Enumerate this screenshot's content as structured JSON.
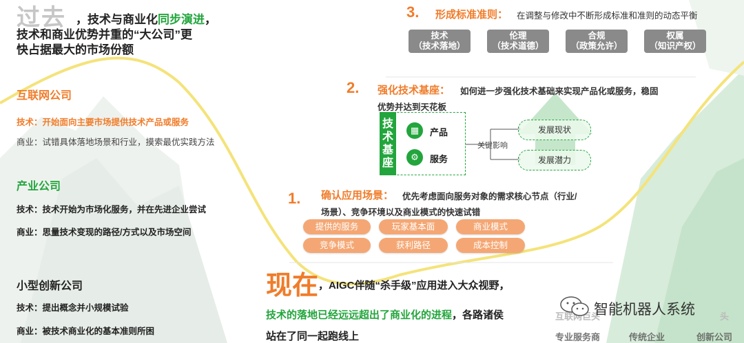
{
  "past": {
    "title": "过去",
    "desc_pre": "，技术与商业化",
    "desc_green": "同步演进",
    "desc_post": "，",
    "desc_line2": "技术和商业优势并重的“大公司”更",
    "desc_line3": "快占据最大的市场份额"
  },
  "categories": [
    {
      "name": "互联网公司",
      "tech": "技术：开始面向主要市场提供技术产品或服务",
      "biz": "商业：试错具体落地场景和行业，摸索最优实践方法"
    },
    {
      "name": "产业公司",
      "tech": "技术：技术开始为市场化服务，并在先进企业尝试",
      "biz": "商业：思量技术变现的路径/方式以及市场空间"
    },
    {
      "name": "小型创新公司",
      "tech": "技术：提出概念并小规模试验",
      "biz": "商业：被技术商业化的基本准则所困"
    }
  ],
  "step3": {
    "num": "3.",
    "title": "形成标准准则：",
    "desc": "在调整与修改中不断形成标准和准则的动态平衡",
    "boxes": [
      {
        "l1": "技术",
        "l2": "（技术落地）"
      },
      {
        "l1": "伦理",
        "l2": "（技术道德）"
      },
      {
        "l1": "合规",
        "l2": "（政策允许）"
      },
      {
        "l1": "权属",
        "l2": "（知识产权）"
      }
    ]
  },
  "step2": {
    "num": "2.",
    "title": "强化技术基座：",
    "desc1": "如何进一步强化技术基础来实现产品化或服务，稳固",
    "desc2": "优势并达到天花板",
    "base_label": "技术基座",
    "items": [
      "产品",
      "服务"
    ],
    "key_effect": "关键影响",
    "ovals": [
      "发展现状",
      "发展潜力"
    ]
  },
  "step1": {
    "num": "1.",
    "title": "确认应用场景：",
    "desc1": "优先考虑面向服务对象的需求核心节点（行业/",
    "desc2": "场景）、竞争环境以及商业模式的快速试错",
    "pills": [
      "提供的服务",
      "玩家基本面",
      "商业模式",
      "竞争模式",
      "获利路径",
      "成本控制"
    ]
  },
  "now": {
    "title": "现在",
    "desc": "，AIGC伴随“杀手级”应用进入大众视野，",
    "line2_green": "技术的落地已经远远超出了商业化的进程",
    "line2_black": "，各路诸侯",
    "line3": "站在了同一起跑线上"
  },
  "watermark": "智能机器人系统",
  "bottom_labels": [
    "专业服务商",
    "传统企业",
    "创新公司"
  ],
  "faded_labels": [
    "互联网巨头",
    "头"
  ],
  "colors": {
    "orange": "#f07c2a",
    "green": "#22a53c",
    "gray_box": "#8a8a8a",
    "pill": "#f4a774"
  }
}
